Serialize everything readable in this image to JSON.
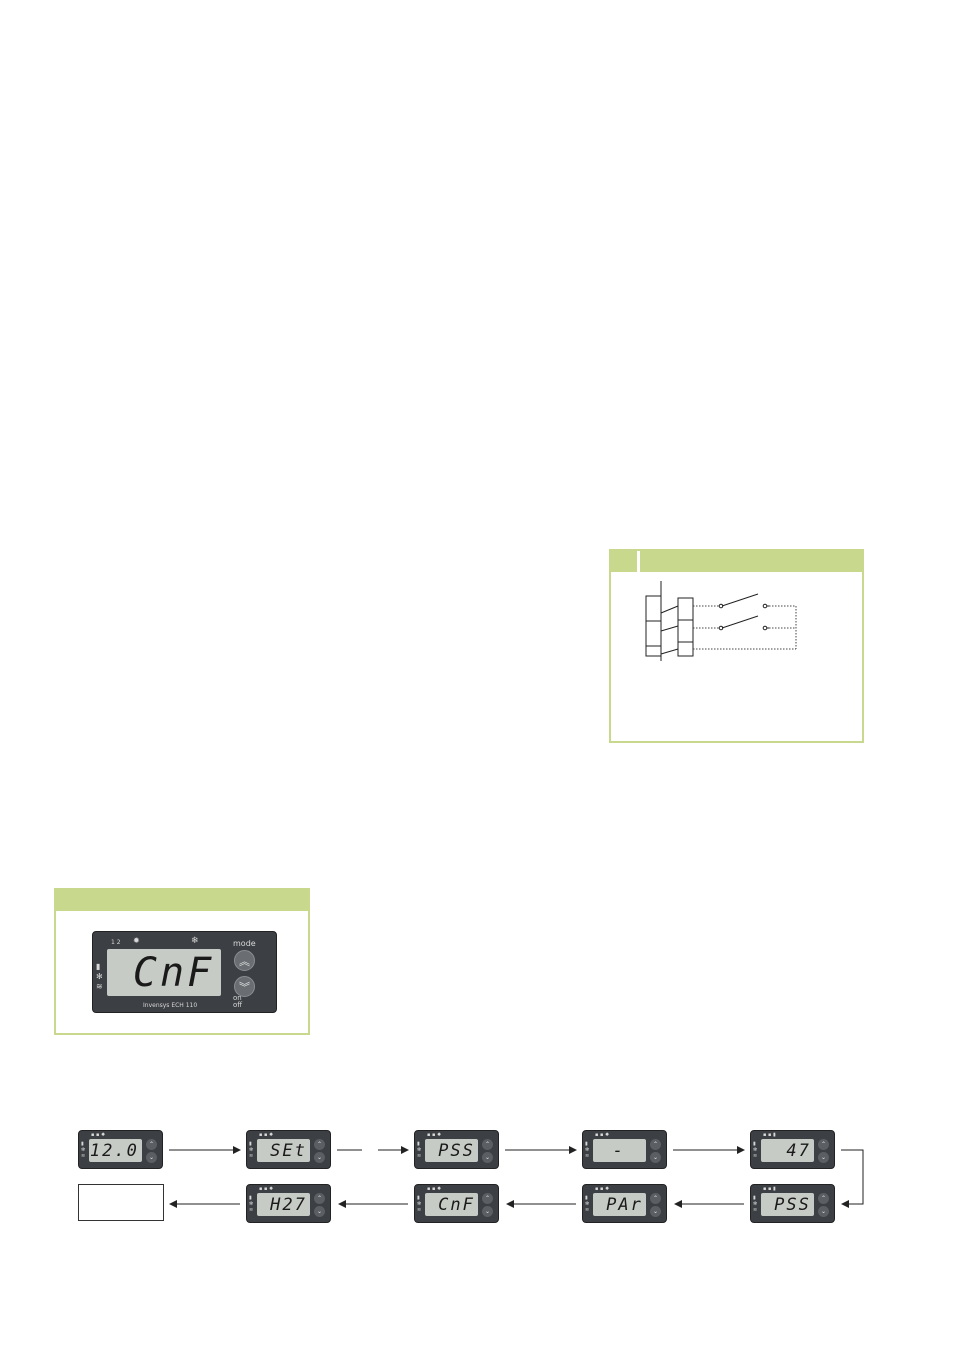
{
  "display_panel": {
    "device": {
      "readout": "CnF",
      "label_outputs": "1  2",
      "label_mode": "mode",
      "label_onoff": "on\noff",
      "label_brand": "Invensys  ECH 110",
      "icon_up": "double-chevron-up-icon",
      "icon_down": "double-chevron-down-icon"
    }
  },
  "sequence": {
    "steps": [
      {
        "readout": "12.0"
      },
      {
        "readout": "SEt"
      },
      {
        "readout": "PSS"
      },
      {
        "readout": "-"
      },
      {
        "readout": "47"
      },
      {
        "readout": "PSS"
      },
      {
        "readout": "PAr"
      },
      {
        "readout": "CnF"
      },
      {
        "readout": "H27"
      }
    ],
    "end_box_text": ""
  }
}
